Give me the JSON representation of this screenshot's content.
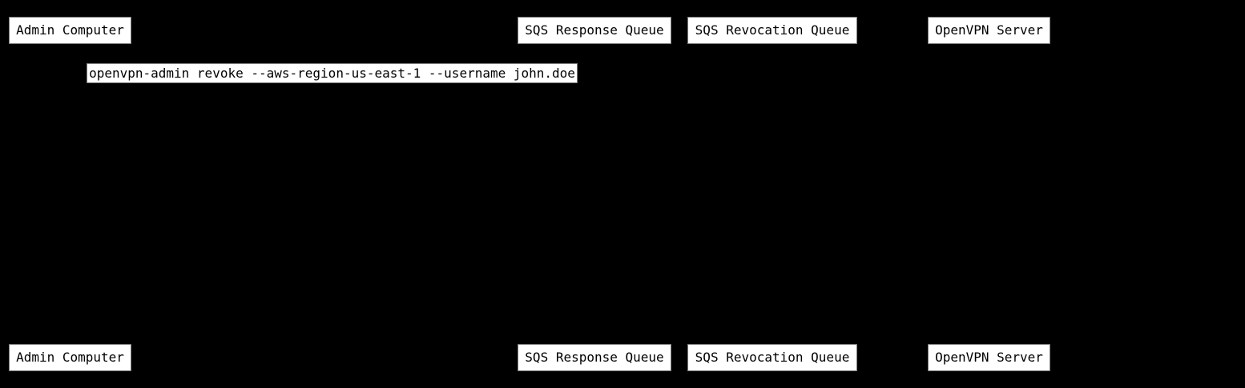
{
  "diagram": {
    "type": "sequence",
    "background_color": "#000000",
    "node_fill_color": "#ffffff",
    "node_text_color": "#000000",
    "actors": [
      "Admin Computer",
      "SQS Response Queue",
      "SQS Revocation Queue",
      "OpenVPN Server"
    ],
    "messages": [
      "openvpn-admin revoke --aws-region-us-east-1 --username john.doe"
    ]
  }
}
